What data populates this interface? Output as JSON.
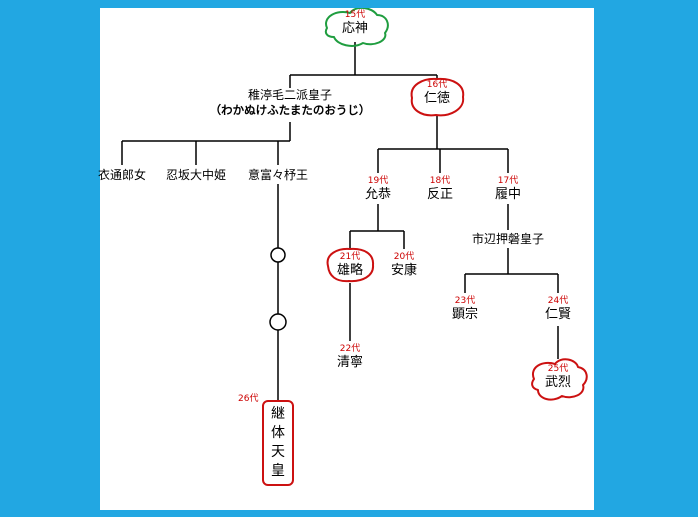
{
  "page": {
    "background_color": "#22a7e2",
    "canvas_color": "#ffffff",
    "description_colors": {
      "connector_line": "#000000",
      "generation_label": "#cc0000",
      "name_text": "#000000",
      "highlight_red": "#cc1111",
      "highlight_green": "#1f9d3f"
    }
  },
  "nodes": [
    {
      "id": "ojin",
      "gen": "15代",
      "name": "応神"
    },
    {
      "id": "wakanuke",
      "gen": "",
      "name": "稚渟毛二派皇子",
      "reading": "（わかぬけふたまたのおうじ）"
    },
    {
      "id": "nintoku",
      "gen": "16代",
      "name": "仁徳"
    },
    {
      "id": "sotoori",
      "gen": "",
      "name": "衣通郎女"
    },
    {
      "id": "oshisaka",
      "gen": "",
      "name": "忍坂大中姫"
    },
    {
      "id": "ohodo",
      "gen": "",
      "name": "意富々杼王"
    },
    {
      "id": "ingyo",
      "gen": "19代",
      "name": "允恭"
    },
    {
      "id": "hanzei",
      "gen": "18代",
      "name": "反正"
    },
    {
      "id": "richu",
      "gen": "17代",
      "name": "履中"
    },
    {
      "id": "yuryaku",
      "gen": "21代",
      "name": "雄略"
    },
    {
      "id": "anko",
      "gen": "20代",
      "name": "安康"
    },
    {
      "id": "seinei",
      "gen": "22代",
      "name": "清寧"
    },
    {
      "id": "ichinobe",
      "gen": "",
      "name": "市辺押磐皇子"
    },
    {
      "id": "kenzo",
      "gen": "23代",
      "name": "顕宗"
    },
    {
      "id": "ninken",
      "gen": "24代",
      "name": "仁賢"
    },
    {
      "id": "buretsu",
      "gen": "25代",
      "name": "武烈"
    },
    {
      "id": "keitai",
      "gen": "26代",
      "name": "継体天皇"
    }
  ]
}
